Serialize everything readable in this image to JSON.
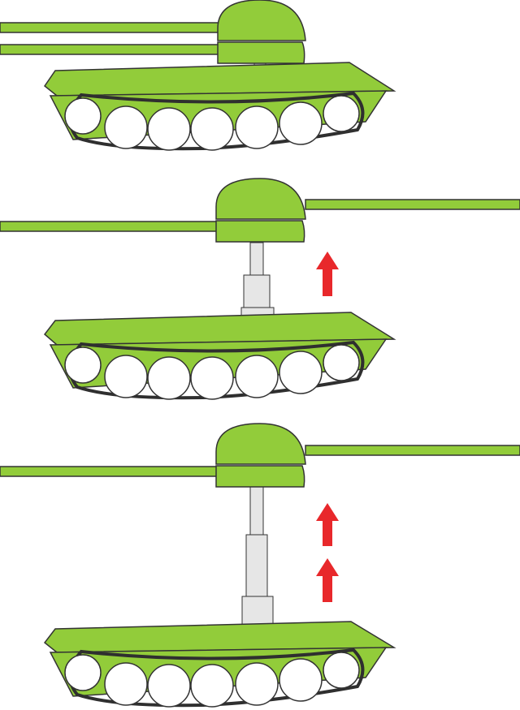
{
  "colors": {
    "hull": "#92CC3A",
    "outline": "#333333",
    "wheel": "#ffffff",
    "track": "#2f2f2f",
    "strut": "#e6e6e6",
    "arrow": "#e8282b",
    "background": "#ffffff"
  },
  "tanks": [
    {
      "step": 1,
      "turret_lift": "retracted",
      "up_arrows": 0
    },
    {
      "step": 2,
      "turret_lift": "extended",
      "up_arrows": 1
    },
    {
      "step": 3,
      "turret_lift": "fully-extended",
      "up_arrows": 2
    }
  ]
}
